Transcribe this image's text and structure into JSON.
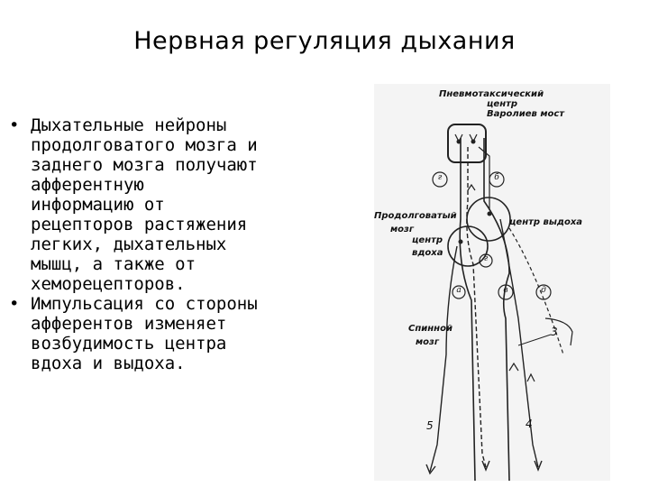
{
  "slide": {
    "title": "Нервная регуляция дыхания",
    "bullets": [
      {
        "marker": "•",
        "lines": [
          "Дыхательные нейроны",
          "продолговатого мозга и",
          "заднего мозга получают",
          "афферентную",
          "информацию от",
          "рецепторов растяжения",
          "легких, дыхательных",
          "мышц, а также от",
          "хеморецепторов."
        ]
      },
      {
        "marker": "•",
        "lines": [
          "Импульсация со стороны",
          "афферентов изменяет",
          "возбудимость центра",
          "вдоха и выдоха."
        ]
      }
    ]
  },
  "figure": {
    "labels": {
      "pneumotaxic_1": "Пневмотаксический",
      "pneumotaxic_2": "центр",
      "pons": "Варолиев мост",
      "medulla_1": "Продолговатый",
      "medulla_2": "мозг",
      "insp_1": "центр",
      "insp_2": "вдоха",
      "exp": "центр выдоха",
      "spinal_1": "Спинной",
      "spinal_2": "мозг"
    },
    "numbers": {
      "n3": "3",
      "n4": "4",
      "n5": "5"
    },
    "letters": {
      "l1": "г",
      "l2": "б",
      "l3": "г",
      "l4": "а",
      "l5": "в",
      "l6": "д"
    }
  }
}
